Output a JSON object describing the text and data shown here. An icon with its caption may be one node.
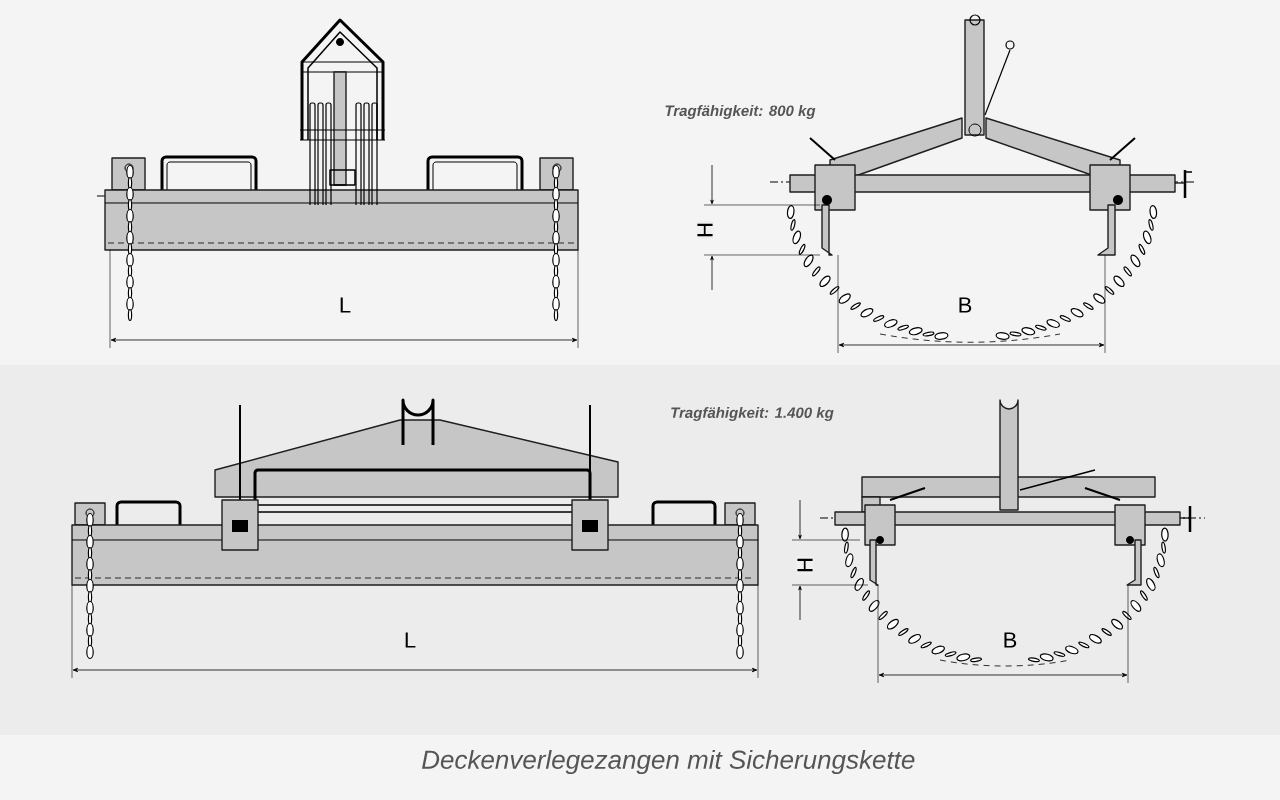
{
  "diagram": {
    "caption": "Deckenverlegezangen mit Sicherungskette",
    "labels": [
      "Tragfähigkeit: 800 kg",
      "H",
      "L",
      "B",
      "Tragfähigkeit: 1.400 kg",
      "H",
      "L",
      "B"
    ]
  }
}
